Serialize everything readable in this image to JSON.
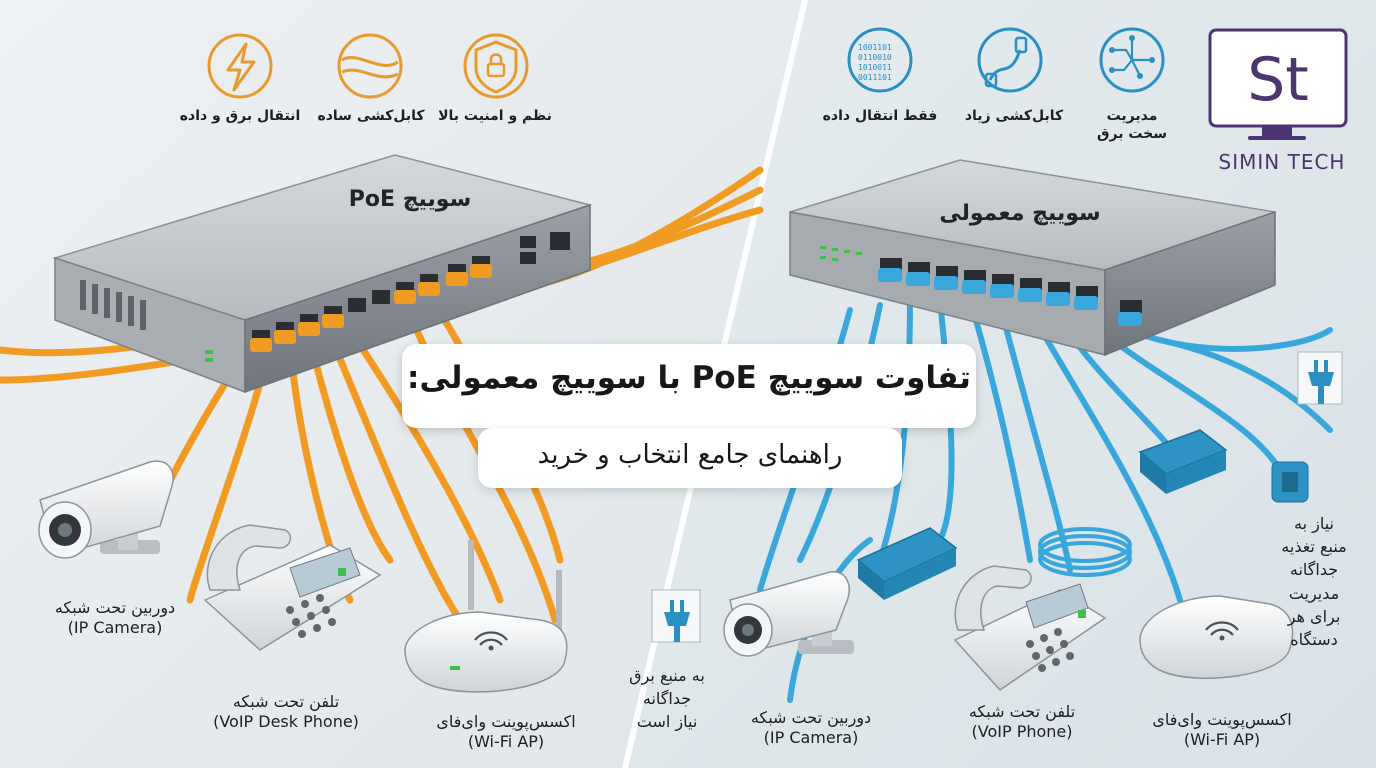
{
  "colors": {
    "poe_cable": "#f29b22",
    "standard_cable": "#3aa7dc",
    "accent_orange": "#e99a2c",
    "accent_blue": "#2a8fc2",
    "logo_purple": "#4b3570"
  },
  "poe_side": {
    "features": [
      {
        "label": "انتقال برق و داده",
        "icon": "lightning-icon"
      },
      {
        "label": "کابل‌کشی ساده",
        "icon": "cable-icon"
      },
      {
        "label": "نظم و امنیت بالا",
        "icon": "shield-lock-icon"
      }
    ],
    "switch_label": "سوییچ PoE",
    "devices": [
      {
        "fa": "دوربین تحت شبکه",
        "en": "(IP Camera)"
      },
      {
        "fa": "تلفن تحت شبکه",
        "en": "(VoIP Desk Phone)"
      },
      {
        "fa": "اکسس‌پوینت وای‌فای",
        "en": "(Wi-Fi AP)"
      }
    ]
  },
  "standard_side": {
    "features": [
      {
        "label": "مدیریت",
        "label2": "سخت برق",
        "icon": "circuit-icon"
      },
      {
        "label": "کابل‌کشی زیاد",
        "icon": "cables-icon"
      },
      {
        "label": "فقط انتقال داده",
        "icon": "binary-icon"
      }
    ],
    "switch_label": "سوییچ معمولی",
    "devices": [
      {
        "fa": "دوربین تحت شبکه",
        "en": "(IP Camera)"
      },
      {
        "fa": "تلفن تحت شبکه",
        "en": "(VoIP Phone)"
      },
      {
        "fa": "اکسس‌پوینت وای‌فای",
        "en": "(Wi-Fi AP)"
      }
    ],
    "note_camera": [
      "به منبع برق",
      "جداگانه",
      "نیاز است"
    ],
    "note_power": [
      "نیاز به",
      "منبع تغذیه",
      "جداگانه",
      "مدیریت",
      "برای هر",
      "دستگاه"
    ]
  },
  "title": {
    "main": "تفاوت سوییچ PoE با سوییچ معمولی:",
    "sub": "راهنمای جامع انتخاب و خرید"
  },
  "logo": {
    "mark": "St",
    "text": "SIMIN TECH"
  }
}
